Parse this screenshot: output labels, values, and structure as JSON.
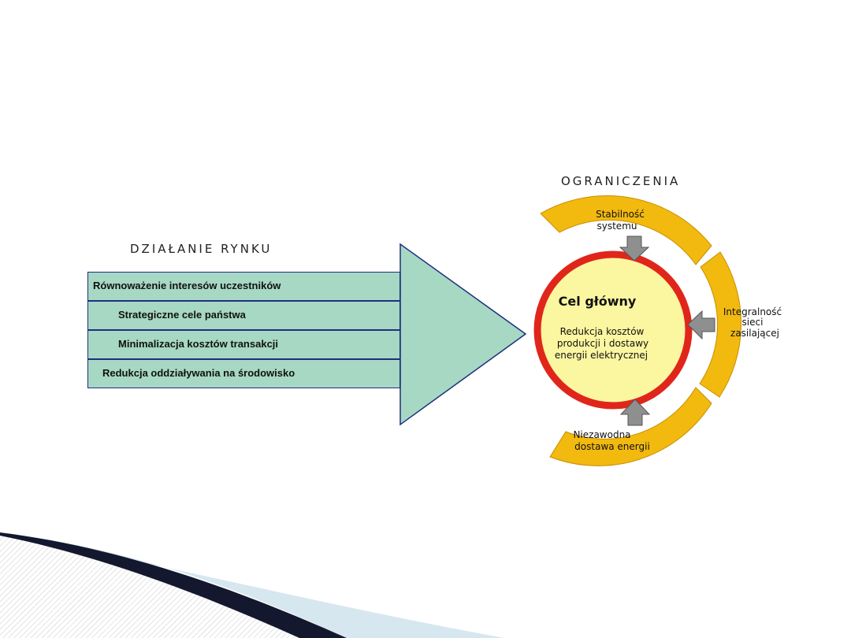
{
  "left_panel": {
    "title": "DZIAŁANIE RYNKU",
    "rows": [
      "Równoważenie interesów uczestników",
      "Strategiczne cele państwa",
      "Minimalizacja kosztów transakcji",
      "Redukcja oddziaływania na środowisko"
    ]
  },
  "right_panel": {
    "title": "OGRANICZENIA",
    "center": {
      "title": "Cel główny",
      "lines": [
        "Redukcja kosztów",
        "produkcji i dostawy",
        "energii elektrycznej"
      ]
    },
    "segments": {
      "top": [
        "Stabilność",
        "systemu"
      ],
      "right": [
        "Integralność",
        "sieci",
        "zasilającej"
      ],
      "bottom": [
        "Niezawodna",
        "dostawa energii"
      ]
    }
  },
  "colors": {
    "row_fill": "#a6d8c3",
    "row_border": "#1e2f7e",
    "ring_fill": "#f2b90f",
    "circle_fill": "#fbf6a0",
    "circle_border": "#e0261b",
    "arrow_fill": "#8f8f8f"
  }
}
